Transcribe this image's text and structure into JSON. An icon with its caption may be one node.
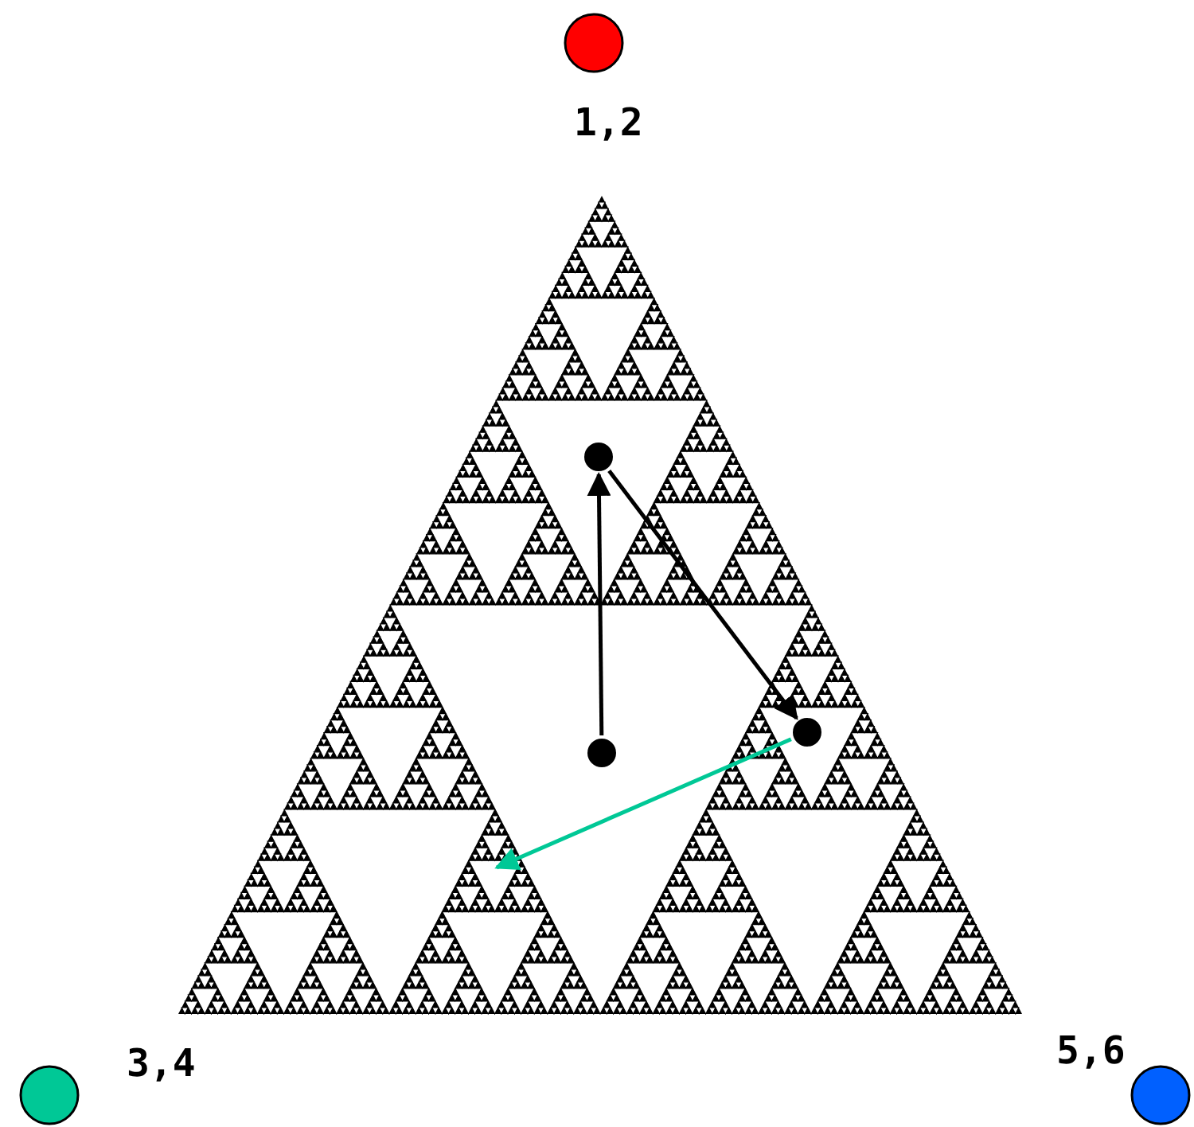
{
  "diagram": {
    "nodes": [
      {
        "text": [],
        "shape": "circle",
        "beside": [
          "1,2"
        ]
      },
      {
        "text": [],
        "shape": "circle",
        "beside": [
          "3,4"
        ]
      },
      {
        "text": [],
        "shape": "circle",
        "beside": [
          "5,6"
        ]
      },
      {
        "text": [],
        "shape": "circle"
      },
      {
        "text": [],
        "shape": "circle"
      },
      {
        "text": [],
        "shape": "circle"
      }
    ],
    "edges": [
      {
        "from": 5,
        "to": 3,
        "arrow": "to"
      },
      {
        "from": 3,
        "to": 4,
        "arrow": "to"
      },
      {
        "from": 4,
        "to": null,
        "arrow": "to",
        "color": "#00c896"
      }
    ]
  }
}
